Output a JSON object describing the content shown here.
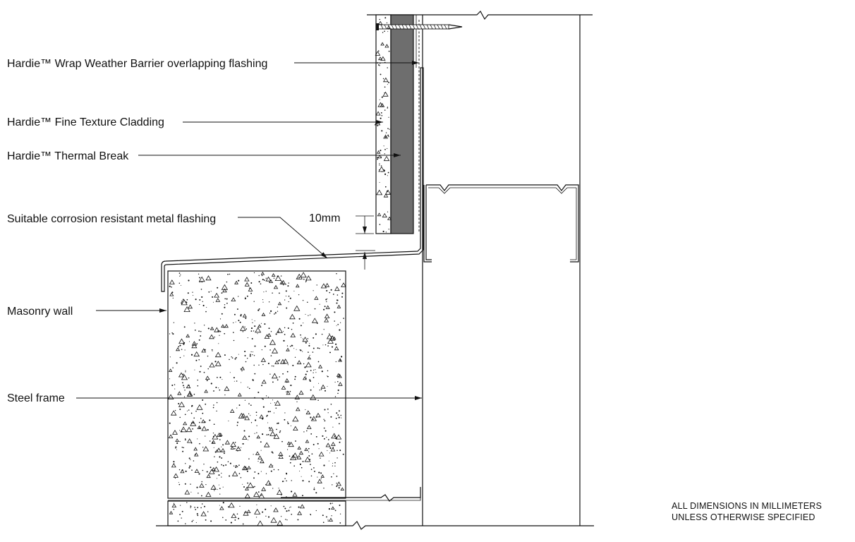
{
  "labels": {
    "wrap": "Hardie™ Wrap Weather Barrier overlapping flashing",
    "cladding": "Hardie™ Fine Texture Cladding",
    "thermal": "Hardie™ Thermal Break",
    "flashing": "Suitable corrosion resistant metal flashing",
    "dimension": "10mm",
    "masonry": "Masonry wall",
    "steel": "Steel frame"
  },
  "notes": {
    "line1": "ALL DIMENSIONS IN MILLIMETERS",
    "line2": "UNLESS OTHERWISE SPECIFIED"
  },
  "colors": {
    "line": "#111111",
    "thermal_break_fill": "#6e6e6e",
    "background": "#ffffff"
  }
}
